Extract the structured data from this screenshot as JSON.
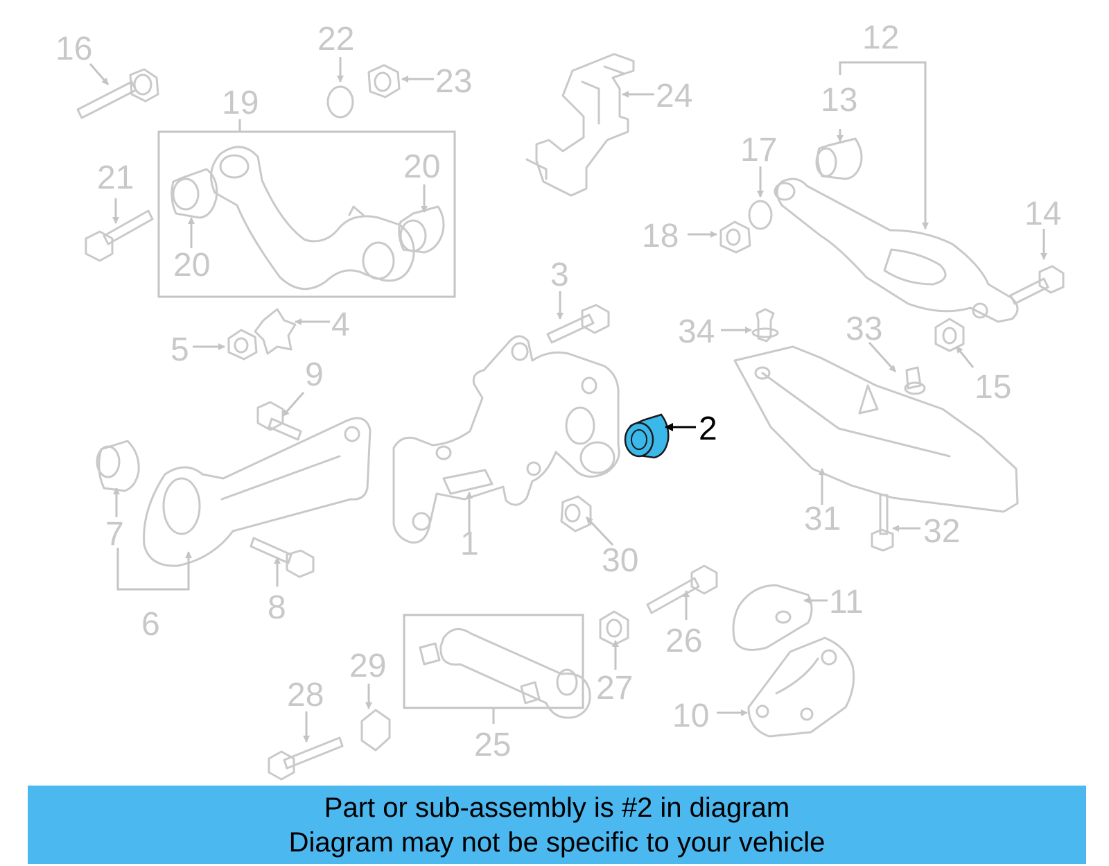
{
  "labels": {
    "p1": "1",
    "p2": "2",
    "p3": "3",
    "p4": "4",
    "p5": "5",
    "p6": "6",
    "p7": "7",
    "p8": "8",
    "p9": "9",
    "p10": "10",
    "p11": "11",
    "p12": "12",
    "p13": "13",
    "p14": "14",
    "p15": "15",
    "p16": "16",
    "p17": "17",
    "p18": "18",
    "p19": "19",
    "p20": "20",
    "p21": "21",
    "p22": "22",
    "p23": "23",
    "p24": "24",
    "p25": "25",
    "p26": "26",
    "p27": "27",
    "p28": "28",
    "p29": "29",
    "p30": "30",
    "p31": "31",
    "p32": "32",
    "p33": "33",
    "p34": "34"
  },
  "highlight": {
    "part_number": "2",
    "color": "#3bb8ea"
  },
  "colors": {
    "banner": "#4cb8f0",
    "parts": "#c9c9c9",
    "labels": "#c8c8c8"
  },
  "banner": {
    "line1": "Part or sub-assembly is #2 in diagram",
    "line2": "Diagram may not be specific to your vehicle"
  }
}
